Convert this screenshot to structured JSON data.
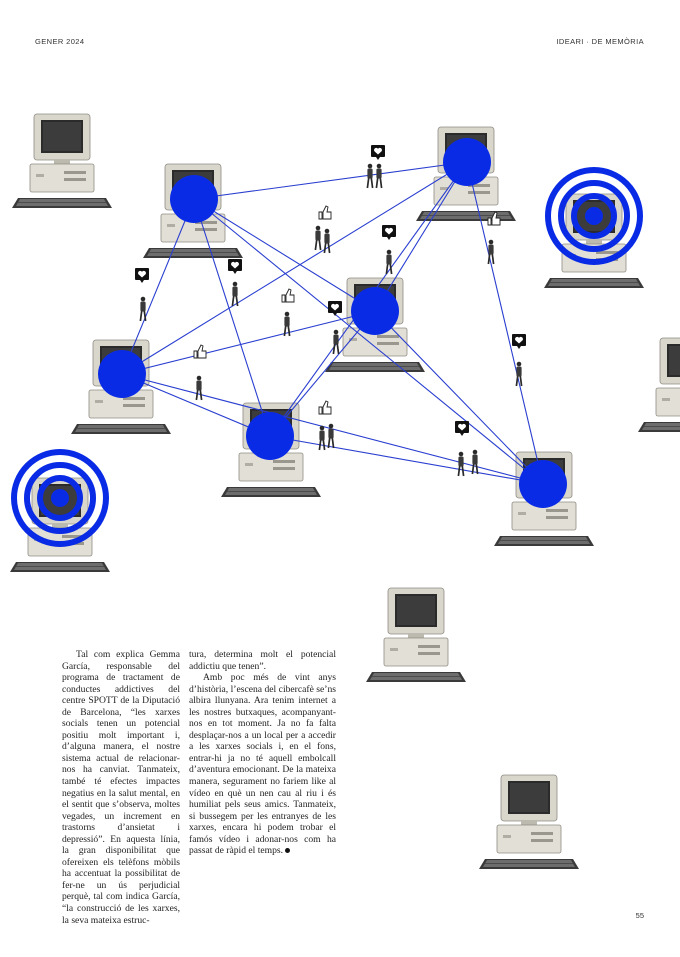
{
  "header": {
    "left": "GENER 2024",
    "right": "IDEARI · DE MEMÒRIA"
  },
  "illustration": {
    "description_free": true,
    "node_color": "#0a2be6",
    "line_color": "#2a3fd0",
    "icons": [
      "computer-icon",
      "heart-bubble-icon",
      "thumbs-up-icon",
      "person-icon",
      "target-rings-icon"
    ]
  },
  "article": {
    "col1_p1": "Tal com explica Gemma García, responsable del programa de tractament de conductes addictives del centre SPOTT de la Diputació de Barcelona, “les xarxes socials tenen un potencial positiu molt important i, d’alguna manera, el nostre sistema actual de relacionar-nos ha canviat. Tanmateix, també té efectes impactes negatius en la salut mental, en el sentit que s’observa, moltes vegades, un increment en trastorns d’ansietat i depressió”. En aquesta línia, la gran disponibilitat que ofereixen els telèfons mòbils ha accentuat la possibilitat de fer-ne un ús perjudicial perquè, tal com indica García, “la construcció de les xarxes, la seva mateixa estruc-",
    "col2_p1": "tura, determina molt el potencial addictiu que tenen”.",
    "col2_p2": "Amb poc més de vint anys d’història, l’escena del cibercafè se’ns albira llunyana. Ara tenim internet a les nostres butxaques, acompanyant-nos en tot moment. Ja no fa falta desplaçar-nos a un local per a accedir a les xarxes socials i, en el fons, entrar-hi ja no té aquell embolcall d’aventura emocionant. De la mateixa manera, segurament no fariem like al vídeo en què un nen cau al riu i és humiliat pels seus amics. Tanmateix, si bussegem per les entranyes de les xarxes, encara hi podem trobar el famós vídeo i adonar-nos com ha passat de ràpid el temps."
  },
  "footer": {
    "page_number": "55"
  }
}
